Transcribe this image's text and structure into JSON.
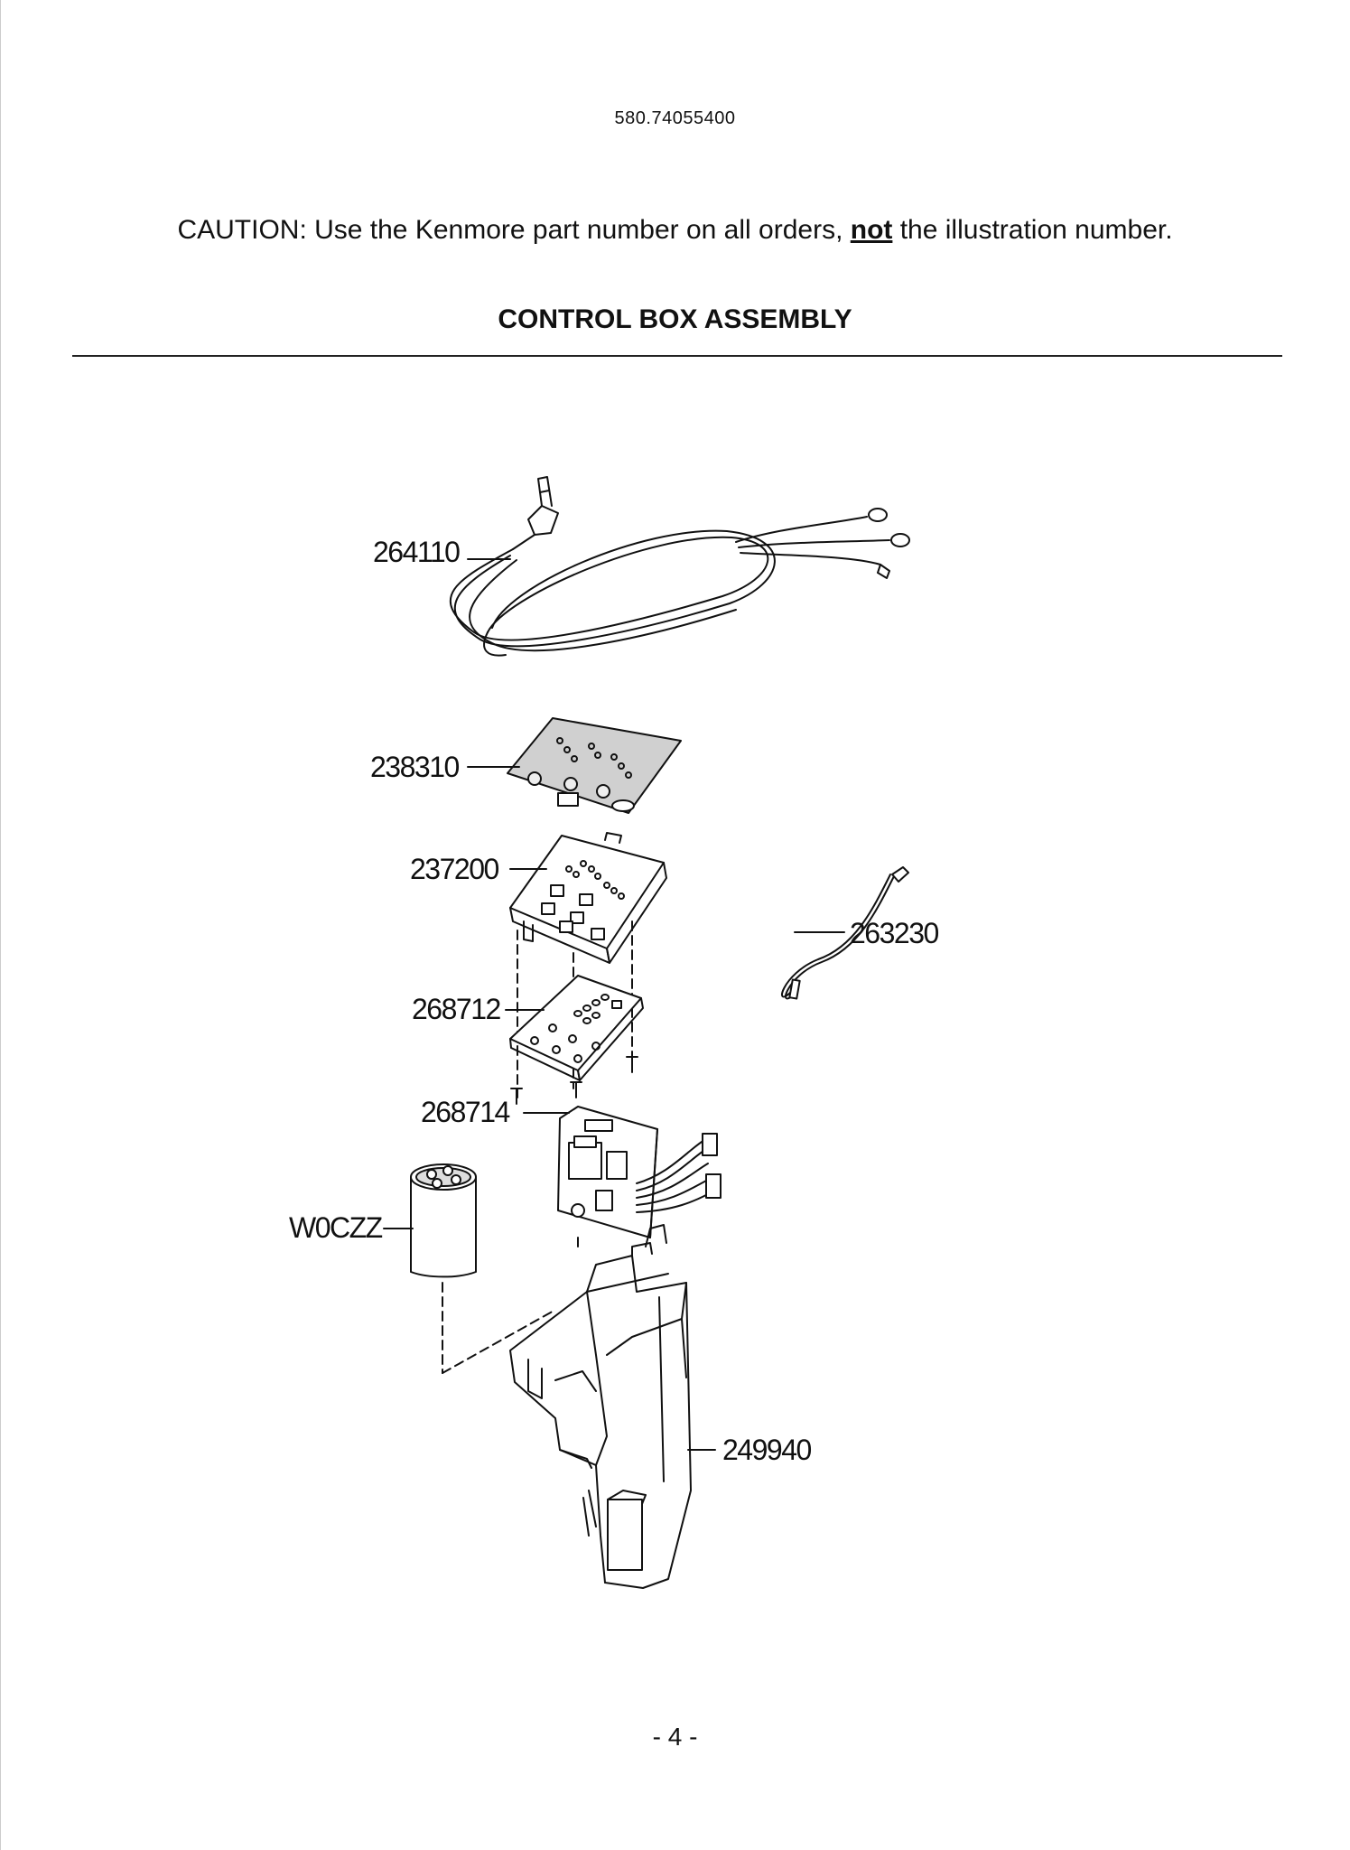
{
  "header": {
    "model_number": "580.74055400",
    "caution_prefix": "CAUTION: Use the Kenmore part number on all orders, ",
    "caution_emphasis": "not",
    "caution_suffix": " the illustration number.",
    "section_title": "CONTROL BOX ASSEMBLY"
  },
  "parts": {
    "power_cord": "264110",
    "control_panel_sheet": "238310",
    "control_cover": "237200",
    "led_pcb": "268712",
    "main_pcb": "268714",
    "capacitor": "W0CZZ",
    "wire_harness": "263230",
    "control_box": "249940"
  },
  "footer": {
    "page_number": "- 4 -"
  }
}
